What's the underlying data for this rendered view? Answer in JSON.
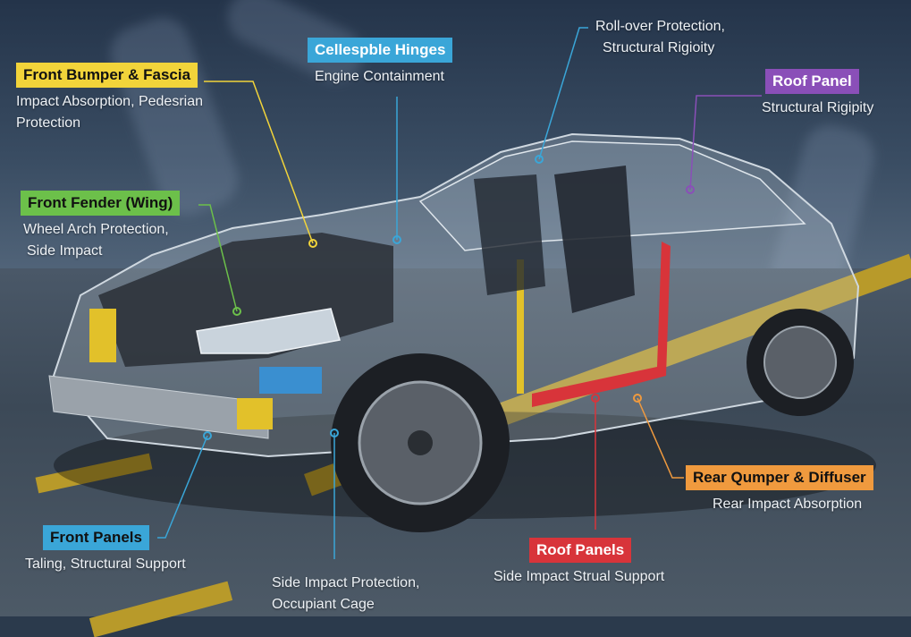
{
  "diagram": {
    "subject": "Car body structure cutaway with labeled components",
    "colors": {
      "yellow": "#f2d43a",
      "blue": "#3aa6d8",
      "purple": "#8a4fb8",
      "green": "#6cc04a",
      "orange": "#f09a3e",
      "red": "#d8343a",
      "text_light": "#eef2f6",
      "text_dark": "#111111"
    },
    "callouts": [
      {
        "id": "front-bumper",
        "title": "Front Bumper & Fascia",
        "lines": [
          "Impact Absorption, Pedesrian",
          "Protection"
        ],
        "color": "#f2d43a",
        "title_color": "#111111"
      },
      {
        "id": "collapsible-hinges",
        "title": "Cellespble Hinges",
        "lines": [
          "Engine Containment"
        ],
        "color": "#3aa6d8",
        "title_color": "#ffffff"
      },
      {
        "id": "rollover",
        "title": "",
        "lines": [
          "Roll-over Protection,",
          "Structural Rigioity"
        ],
        "color": "#3aa6d8"
      },
      {
        "id": "roof-panel",
        "title": "Roof Panel",
        "lines": [
          "Structural Rigipity"
        ],
        "color": "#8a4fb8",
        "title_color": "#ffffff"
      },
      {
        "id": "front-fender",
        "title": "Front Fender (Wing)",
        "lines": [
          "Wheel Arch Protection,",
          "Side Impact"
        ],
        "color": "#6cc04a",
        "title_color": "#111111"
      },
      {
        "id": "rear-bumper",
        "title": "Rear Qumper & Diffuser",
        "lines": [
          "Rear Impact Absorption"
        ],
        "color": "#f09a3e",
        "title_color": "#111111"
      },
      {
        "id": "front-panels",
        "title": "Front Panels",
        "lines": [
          "Taling, Structural Support"
        ],
        "color": "#3aa6d8",
        "title_color": "#111111"
      },
      {
        "id": "side-impact",
        "title": "",
        "lines": [
          "Side Impact Protection,",
          "Occupiant Cage"
        ],
        "color": "#3aa6d8"
      },
      {
        "id": "roof-panels",
        "title": "Roof Panels",
        "lines": [
          "Side Impact Strual Support"
        ],
        "color": "#d8343a",
        "title_color": "#ffffff"
      }
    ]
  }
}
